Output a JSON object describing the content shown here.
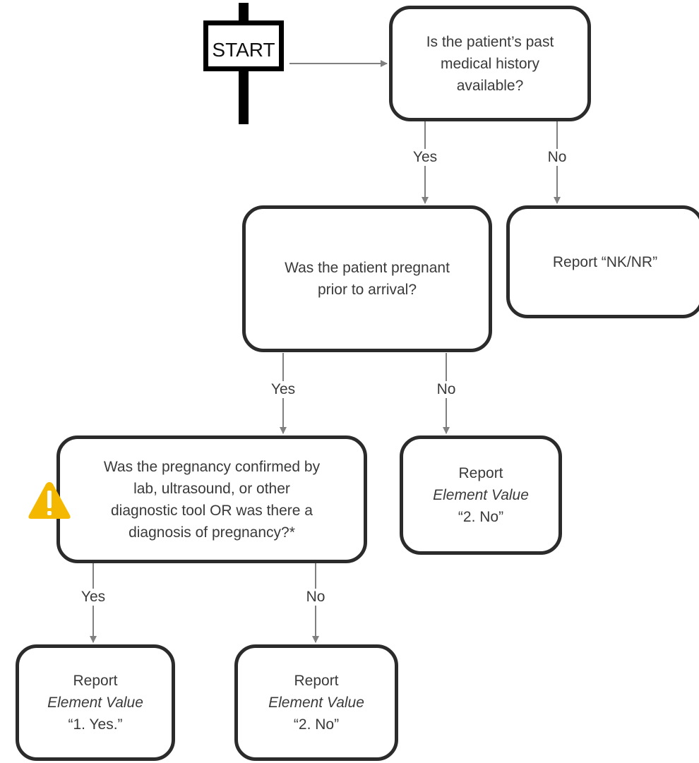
{
  "start": {
    "label": "START"
  },
  "nodes": {
    "q1": {
      "lines": [
        "Is the patient’s past",
        "medical history",
        "available?"
      ]
    },
    "q2": {
      "lines": [
        "Was the patient pregnant",
        "prior to arrival?"
      ]
    },
    "nknr": {
      "lines": [
        "Report “NK/NR”"
      ]
    },
    "q3": {
      "lines": [
        "Was the pregnancy confirmed by",
        "lab, ultrasound, or other",
        "diagnostic tool OR was there a",
        "diagnosis of pregnancy?*"
      ]
    },
    "r_no_mid": {
      "line1": "Report",
      "line2": "Element Value",
      "line3": "“2. No”"
    },
    "r_yes": {
      "line1": "Report",
      "line2": "Element Value",
      "line3": "“1. Yes.”"
    },
    "r_no_bottom": {
      "line1": "Report",
      "line2": "Element Value",
      "line3": "“2. No”"
    }
  },
  "edges": {
    "q1_yes": "Yes",
    "q1_no": "No",
    "q2_yes": "Yes",
    "q2_no": "No",
    "q3_yes": "Yes",
    "q3_no": "No"
  },
  "colors": {
    "border": "#2b2b2b",
    "text": "#3a3a3a",
    "connector": "#808080",
    "warning": "#f5b800",
    "warning_mark": "#ffffff"
  },
  "icons": {
    "warning": "warning-triangle-icon",
    "start": "signpost-icon"
  }
}
